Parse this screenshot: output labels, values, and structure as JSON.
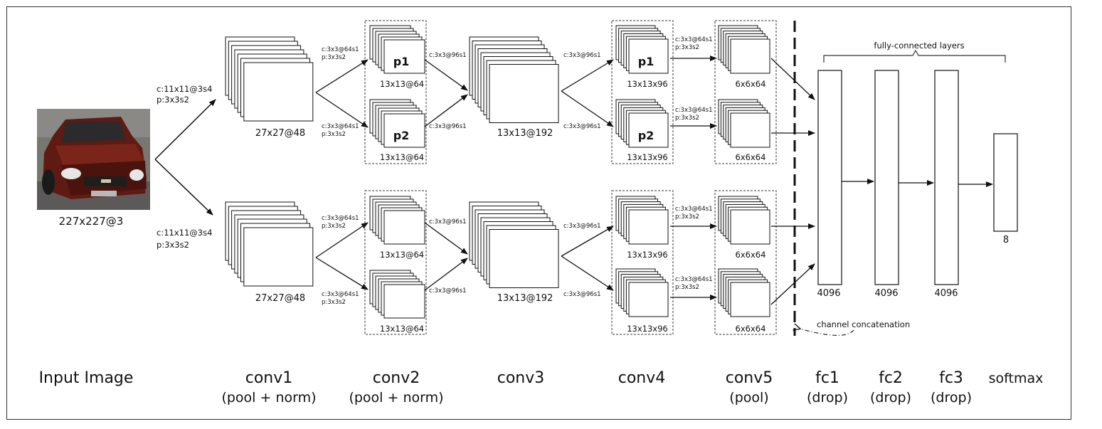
{
  "input": {
    "size_label": "227x227@3",
    "caption": "Input Image"
  },
  "photo_colors": {
    "sky": "#7d7d7a",
    "ground": "#5c5a58",
    "body": "#6b1e16",
    "body_dark": "#3a0d09",
    "glass": "#2b2b2d",
    "light": "#e8e8e8"
  },
  "edges": {
    "input_to_conv1": "c:11x11@3s4",
    "input_to_conv1_pool": "p:3x3s2",
    "conv1_to_conv2_c": "c:3x3@64s1",
    "conv1_to_conv2_p": "p:3x3s2",
    "conv2_to_conv3": "c:3x3@96s1",
    "conv3_to_conv4": "c:3x3@96s1",
    "conv4_to_conv5_c": "c:3x3@64s1",
    "conv4_to_conv5_p": "p:3x3s2"
  },
  "blocks": {
    "conv1_size": "27x27@48",
    "conv2_size": "13x13@64",
    "conv3_size": "13x13@192",
    "conv4_size": "13x13x96",
    "conv5_size": "6x6x64",
    "p1": "p1",
    "p2": "p2"
  },
  "fc": {
    "title": "fully-connected layers",
    "fc1_size": "4096",
    "fc2_size": "4096",
    "fc3_size": "4096",
    "softmax_size": "8",
    "concat_note": "channel concatenation"
  },
  "captions": {
    "conv1": "conv1",
    "conv1_sub": "(pool + norm)",
    "conv2": "conv2",
    "conv2_sub": "(pool + norm)",
    "conv3": "conv3",
    "conv4": "conv4",
    "conv5": "conv5",
    "conv5_sub": "(pool)",
    "fc1": "fc1",
    "fc1_sub": "(drop)",
    "fc2": "fc2",
    "fc2_sub": "(drop)",
    "fc3": "fc3",
    "fc3_sub": "(drop)",
    "softmax": "softmax"
  }
}
